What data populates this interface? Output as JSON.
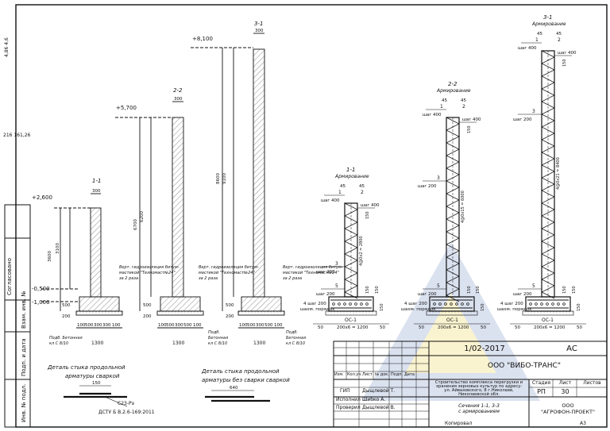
{
  "left_margin": {
    "texts": [
      "4,86 4,6",
      "216  161,26"
    ],
    "side_labels": [
      "Согласовано",
      "Взам. инв. №",
      "Подп. и дата",
      "Инв. № подл."
    ]
  },
  "sections": [
    {
      "id": "1-1",
      "label": "1-1",
      "dim_top": "300",
      "elev_top": "+2,600",
      "elev_mid": "-0,500",
      "elev_bottom": "-1,000",
      "height_dim": "3100",
      "inner_dim": "3600",
      "base_dims": [
        "100",
        "500",
        "300",
        "300",
        "100"
      ],
      "base_total": "1300",
      "footing_dims": [
        "500",
        "200"
      ],
      "note_lines": [
        "Верт. гидроизоляция битум-",
        "мастикой \"Техномаст№24\"",
        "за 2 раза"
      ],
      "base_note_lines": [
        "Подб. Бетонная",
        "кл С 8/10"
      ]
    },
    {
      "id": "2-2",
      "label": "2-2",
      "dim_top": "300",
      "elev_top": "+5,700",
      "height_dim": "6200",
      "inner_dim": "6700",
      "base_dims": [
        "100",
        "500",
        "300",
        "500",
        "100"
      ],
      "base_total": "1300",
      "footing_dims": [
        "500",
        "200"
      ],
      "note_lines": [
        "Верт. гидроизоляция битум-",
        "мастикой \"Техномаст№24\"",
        "за 2 раза"
      ],
      "base_note_lines": [
        "Подб.",
        "Бетонная",
        "кл С 8/10"
      ]
    },
    {
      "id": "3-1",
      "label": "3-1",
      "dim_top": "300",
      "elev_top": "+8,100",
      "height_dim": "9100",
      "inner_dim": "8600",
      "base_dims": [
        "100",
        "500",
        "300",
        "500",
        "100"
      ],
      "base_total": "1300",
      "footing_dims": [
        "500",
        "200"
      ],
      "note_lines": [
        "Верт. гидроизоляция битум-",
        "мастикой \"Техномаст№24\"",
        "за 2 раза"
      ],
      "base_note_lines": [
        "Подб.",
        "Бетонная",
        "кл С 8/10"
      ]
    }
  ],
  "reinforcement": [
    {
      "id": "r11",
      "title": "1-1",
      "subtitle": "Армирование",
      "top_dims": [
        "45",
        "45"
      ],
      "top_marks": [
        "1",
        "2"
      ],
      "top_step": "шаг 400",
      "top_right": "шаг 400",
      "right_dims": [
        "150",
        "150"
      ],
      "vert_text": "4@0х2 = 2800",
      "mid_label": "3",
      "mid_step": "шаг 200",
      "low_label": "5",
      "low_step": "шаг 200",
      "row_label": "4 шаг 200",
      "row_label2": "шахм. порядок",
      "bottom_dim": "200x6 = 1200",
      "edge_dims": [
        "50",
        "50"
      ],
      "mesh": "ОС-1",
      "side_dims": [
        "150",
        "150"
      ]
    },
    {
      "id": "r22",
      "title": "2-2",
      "subtitle": "Армирование",
      "top_dims": [
        "45",
        "45"
      ],
      "top_marks": [
        "1",
        "2"
      ],
      "top_step": "шаг 400",
      "top_right": "шаг 400",
      "right_dims": [
        "150",
        "150"
      ],
      "vert_text": "4@0х15 = 6000",
      "mid_label": "3",
      "mid_step": "шаг 200",
      "low_label": "5",
      "low_step": "шаг 200",
      "row_label": "4 шаг 200",
      "row_label2": "шахм. порядок",
      "bottom_dim": "200x6 = 1200",
      "edge_dims": [
        "50",
        "50"
      ],
      "mesh": "ОС-1",
      "side_dims": [
        "150",
        "150"
      ]
    },
    {
      "id": "r31",
      "title": "3-1",
      "subtitle": "Армирование",
      "top_dims": [
        "45",
        "45"
      ],
      "top_marks": [
        "1",
        "2"
      ],
      "top_step": "шаг 400",
      "top_right": "шаг 400",
      "right_dims": [
        "150",
        "150"
      ],
      "vert_text": "4@0х21 = 8400",
      "mid_label": "3",
      "mid_step": "шаг 200",
      "low_label": "5",
      "low_step": "шаг 200",
      "row_label": "4 шаг 200",
      "row_label2": "шахм. порядок",
      "bottom_dim": "200x6 = 1200",
      "edge_dims": [
        "50",
        "50"
      ],
      "mesh": "ОС-1",
      "side_dims": [
        "150",
        "150"
      ]
    }
  ],
  "details": [
    {
      "title_lines": [
        "Деталь стыка продольной",
        "арматуры сваркой"
      ],
      "dim": "150",
      "weld": "С23-Рэ",
      "standard": "ДСТУ Б В.2.6-169:2011"
    },
    {
      "title_lines": [
        "Деталь стыка продольной",
        "арматуры без сварки сваркой"
      ],
      "dim": "640"
    }
  ],
  "title_block": {
    "doc_code": "1/02-2017",
    "mark": "АС",
    "company": "ООО \"ВИБО-ТРАНС\"",
    "header_cols": [
      "Изм.",
      "Кол.уч.",
      "Лист",
      "№ док.",
      "Подп.",
      "Дата"
    ],
    "staff": [
      {
        "role": "ГИП",
        "name": "Дыщлевой Т."
      },
      {
        "role": "Исполнил",
        "name": "Шибко А."
      },
      {
        "role": "Проверил",
        "name": "Дыщлевой В."
      }
    ],
    "project_lines": [
      "Строительство комплекса перегрузки и",
      "хранения зерновых культур по адресу:",
      "ул. Айвазовского, 8 г.Николаев,",
      "Николаевской обл."
    ],
    "stage_headers": [
      "Стадия",
      "Лист",
      "Листов"
    ],
    "stage_values": [
      "РП",
      "30",
      ""
    ],
    "sheet_title_lines": [
      "Сечения 1-1, 3-3",
      "с армированием"
    ],
    "org_lines": [
      "ООО",
      "\"АГРОФОН-ПРОЕКТ\""
    ],
    "copied": "Копировал",
    "format": "А3"
  }
}
